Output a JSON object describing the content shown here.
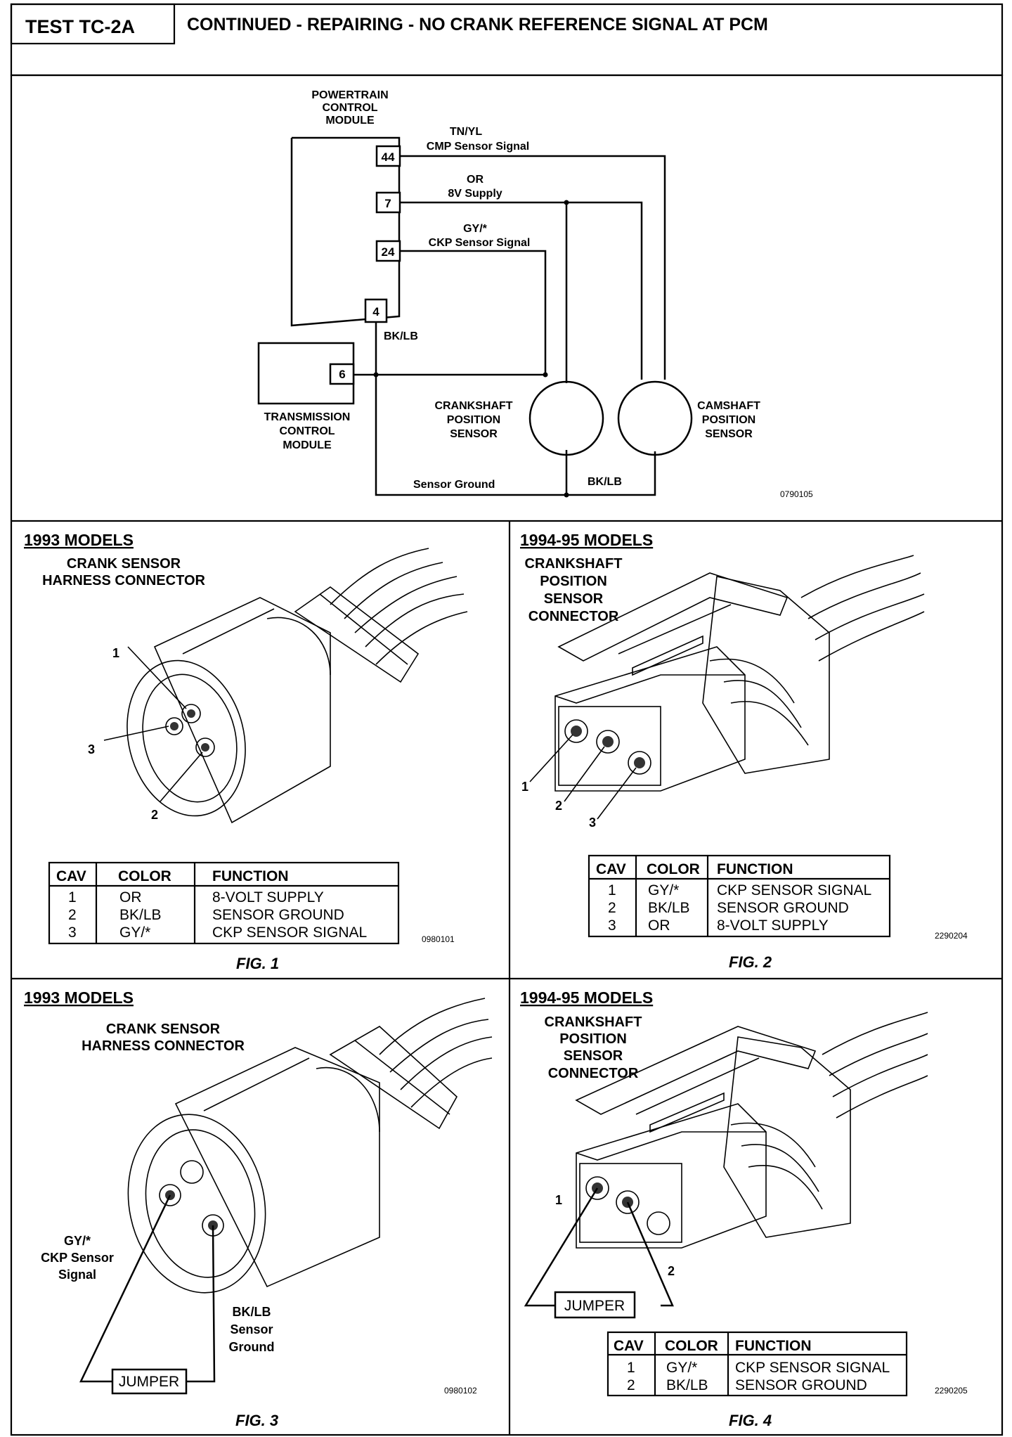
{
  "header": {
    "test_id": "TEST TC-2A",
    "title": "CONTINUED - REPAIRING - NO CRANK REFERENCE SIGNAL AT PCM"
  },
  "schematic": {
    "pcm_label": [
      "POWERTRAIN",
      "CONTROL",
      "MODULE"
    ],
    "tcm_label": [
      "TRANSMISSION",
      "CONTROL",
      "MODULE"
    ],
    "ckp_label": [
      "CRANKSHAFT",
      "POSITION",
      "SENSOR"
    ],
    "cmp_label": [
      "CAMSHAFT",
      "POSITION",
      "SENSOR"
    ],
    "pins": {
      "p44": "44",
      "p7": "7",
      "p24": "24",
      "p4": "4",
      "p6": "6"
    },
    "wires": {
      "cmp_color": "TN/YL",
      "cmp_name": "CMP Sensor Signal",
      "supply_color": "OR",
      "supply_name": "8V Supply",
      "ckp_color": "GY/*",
      "ckp_name": "CKP Sensor Signal",
      "ground_color_pcm": "BK/LB",
      "ground_name": "Sensor Ground",
      "ground_color_bottom": "BK/LB"
    },
    "code": "0790105"
  },
  "fig1": {
    "model": "1993 MODELS",
    "subtitle": [
      "CRANK SENSOR",
      "HARNESS CONNECTOR"
    ],
    "pins": [
      "1",
      "3",
      "2"
    ],
    "table": {
      "headers": [
        "CAV",
        "COLOR",
        "FUNCTION"
      ],
      "rows": [
        [
          "1",
          "OR",
          "8-VOLT SUPPLY"
        ],
        [
          "2",
          "BK/LB",
          "SENSOR GROUND"
        ],
        [
          "3",
          "GY/*",
          "CKP SENSOR SIGNAL"
        ]
      ]
    },
    "code": "0980101",
    "caption": "FIG. 1"
  },
  "fig2": {
    "model": "1994-95 MODELS",
    "subtitle": [
      "CRANKSHAFT",
      "POSITION",
      "SENSOR",
      "CONNECTOR"
    ],
    "pins": [
      "1",
      "2",
      "3"
    ],
    "table": {
      "headers": [
        "CAV",
        "COLOR",
        "FUNCTION"
      ],
      "rows": [
        [
          "1",
          "GY/*",
          "CKP SENSOR SIGNAL"
        ],
        [
          "2",
          "BK/LB",
          "SENSOR GROUND"
        ],
        [
          "3",
          "OR",
          "8-VOLT SUPPLY"
        ]
      ]
    },
    "code": "2290204",
    "caption": "FIG. 2"
  },
  "fig3": {
    "model": "1993 MODELS",
    "subtitle": [
      "CRANK SENSOR",
      "HARNESS CONNECTOR"
    ],
    "left_label": [
      "GY/*",
      "CKP Sensor",
      "Signal"
    ],
    "right_label": [
      "BK/LB",
      "Sensor",
      "Ground"
    ],
    "jumper": "JUMPER",
    "code": "0980102",
    "caption": "FIG. 3"
  },
  "fig4": {
    "model": "1994-95 MODELS",
    "subtitle": [
      "CRANKSHAFT",
      "POSITION",
      "SENSOR",
      "CONNECTOR"
    ],
    "pins": [
      "1",
      "2"
    ],
    "jumper": "JUMPER",
    "table": {
      "headers": [
        "CAV",
        "COLOR",
        "FUNCTION"
      ],
      "rows": [
        [
          "1",
          "GY/*",
          "CKP SENSOR SIGNAL"
        ],
        [
          "2",
          "BK/LB",
          "SENSOR GROUND"
        ]
      ]
    },
    "code": "2290205",
    "caption": "FIG. 4"
  }
}
